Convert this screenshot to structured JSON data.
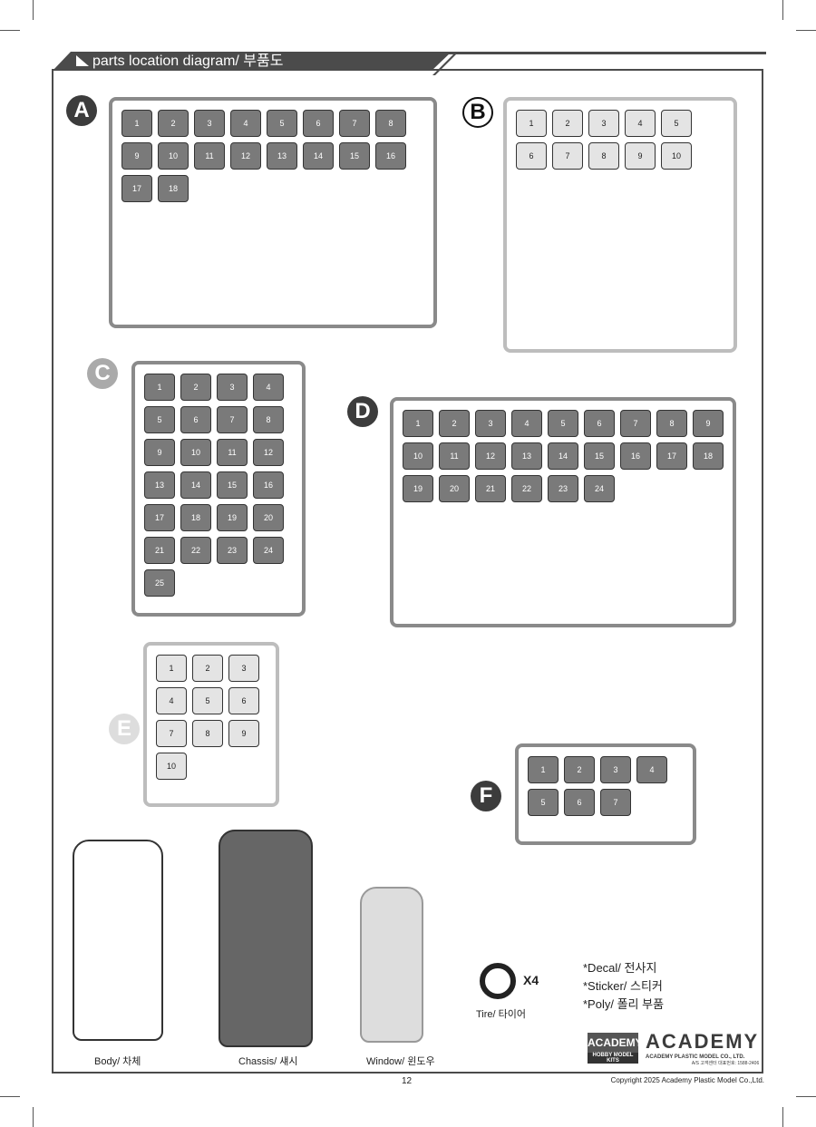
{
  "header": {
    "title": "parts location diagram/ 부품도"
  },
  "sprues": [
    {
      "letter": "A",
      "parts": [
        "1",
        "2",
        "3",
        "4",
        "5",
        "6",
        "7",
        "8",
        "9",
        "10",
        "11",
        "12",
        "13",
        "14",
        "15",
        "16",
        "17",
        "18"
      ]
    },
    {
      "letter": "B",
      "parts": [
        "1",
        "2",
        "3",
        "4",
        "5",
        "6",
        "7",
        "8",
        "9",
        "10"
      ]
    },
    {
      "letter": "C",
      "parts": [
        "1",
        "2",
        "3",
        "4",
        "5",
        "6",
        "7",
        "8",
        "9",
        "10",
        "11",
        "12",
        "13",
        "14",
        "15",
        "16",
        "17",
        "18",
        "19",
        "20",
        "21",
        "22",
        "23",
        "24",
        "25"
      ]
    },
    {
      "letter": "D",
      "parts": [
        "1",
        "2",
        "3",
        "4",
        "5",
        "6",
        "7",
        "8",
        "9",
        "10",
        "11",
        "12",
        "13",
        "14",
        "15",
        "16",
        "17",
        "18",
        "19",
        "20",
        "21",
        "22",
        "23",
        "24"
      ]
    },
    {
      "letter": "E",
      "parts": [
        "1",
        "2",
        "3",
        "4",
        "5",
        "6",
        "7",
        "8",
        "9",
        "10"
      ]
    },
    {
      "letter": "F",
      "parts": [
        "1",
        "2",
        "3",
        "4",
        "5",
        "6",
        "7"
      ]
    }
  ],
  "captions": {
    "body": "Body/ 차체",
    "chassis": "Chassis/ 섀시",
    "window": "Window/ 윈도우",
    "tire": "Tire/ 타이어",
    "tire_qty": "X4"
  },
  "notes": [
    "*Decal/ 전사지",
    "*Sticker/ 스티커",
    "*Poly/ 폴리 부품"
  ],
  "logo": {
    "left_top": "ACADEMY",
    "left_bottom": "HOBBY MODEL KITS",
    "right": "ACADEMY",
    "right_sub": "ACADEMY PLASTIC MODEL CO., LTD.",
    "right_sub2": "A/S 고객센터 대표번호: 1588-2406"
  },
  "footer": {
    "page": "12",
    "copyright": "Copyright 2025 Academy Plastic Model Co.,Ltd."
  }
}
